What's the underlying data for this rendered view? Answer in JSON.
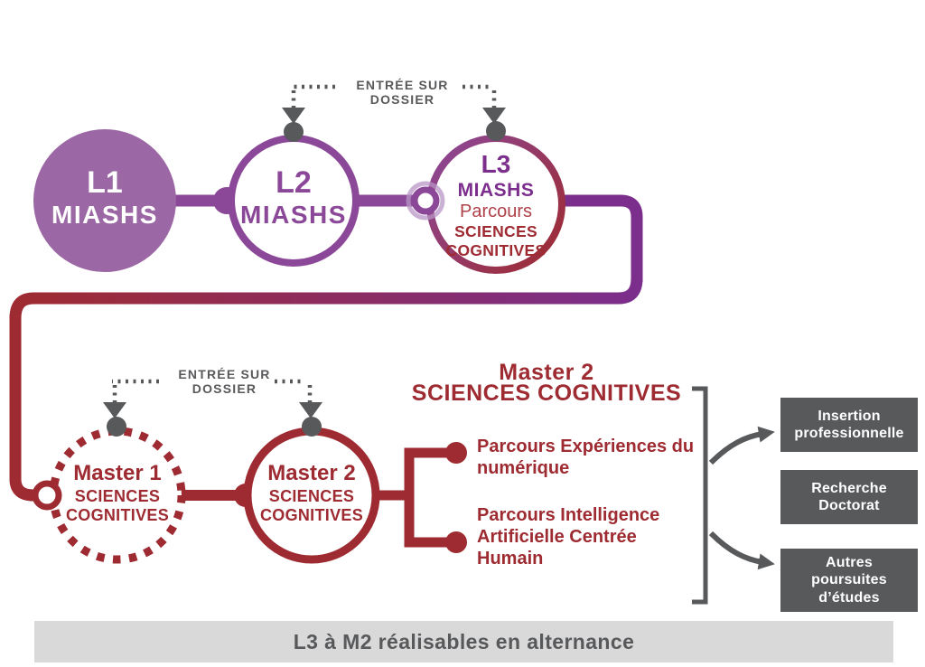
{
  "colors": {
    "purple_fill": "#9b67a4",
    "purple": "#8c4898",
    "purple_dark": "#7b2e8c",
    "red_dark": "#9e2b31",
    "red_light": "#b04049",
    "gray": "#58595b",
    "footer_bg": "#d9d9da"
  },
  "entry_top": {
    "line1": "ENTRÉE SUR",
    "line2": "DOSSIER"
  },
  "entry_master": {
    "line1": "ENTRÉE SUR",
    "line2": "DOSSIER"
  },
  "circles": {
    "l1": {
      "title": "L1",
      "line2": "MIASHS"
    },
    "l2": {
      "title": "L2",
      "line2": "MIASHS"
    },
    "l3": {
      "title": "L3",
      "line2": "MIASHS",
      "line3": "Parcours",
      "line4": "SCIENCES",
      "line5": "COGNITIVES"
    },
    "m1": {
      "title": "Master 1",
      "line2": "SCIENCES",
      "line3": "COGNITIVES"
    },
    "m2": {
      "title": "Master 2",
      "line2": "SCIENCES",
      "line3": "COGNITIVES"
    }
  },
  "m2_detail": {
    "heading_line1": "Master 2",
    "heading_line2": "SCIENCES COGNITIVES",
    "parcours": [
      {
        "label": "Parcours Expériences du numérique"
      },
      {
        "label": "Parcours Intelligence Artificielle Centrée Humain"
      }
    ]
  },
  "outcomes": [
    {
      "label": "Insertion professionnelle"
    },
    {
      "label": "Recherche Doctorat"
    },
    {
      "label": "Autres poursuites d’études"
    }
  ],
  "footer": {
    "label": "L3 à M2 réalisables en alternance"
  }
}
